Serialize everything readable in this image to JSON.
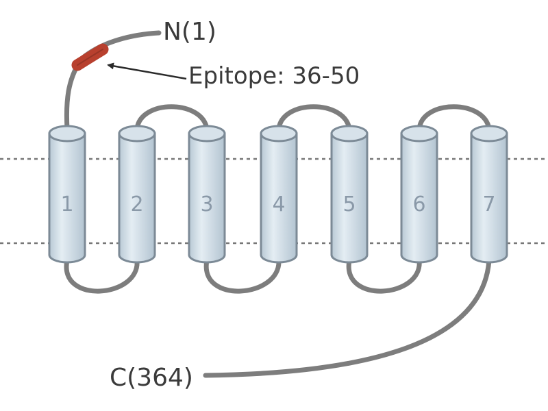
{
  "labels": {
    "n_terminus": "N(1)",
    "epitope": "Epitope: 36-50",
    "c_terminus": "C(364)"
  },
  "helices": [
    "1",
    "2",
    "3",
    "4",
    "5",
    "6",
    "7"
  ],
  "colors": {
    "epitope": "#b8402e",
    "helix_fill": "#cfdbe4",
    "helix_stroke": "#7c8a96",
    "loop": "#7d7d7d",
    "membrane": "#777777",
    "text": "#3a3a3a"
  }
}
